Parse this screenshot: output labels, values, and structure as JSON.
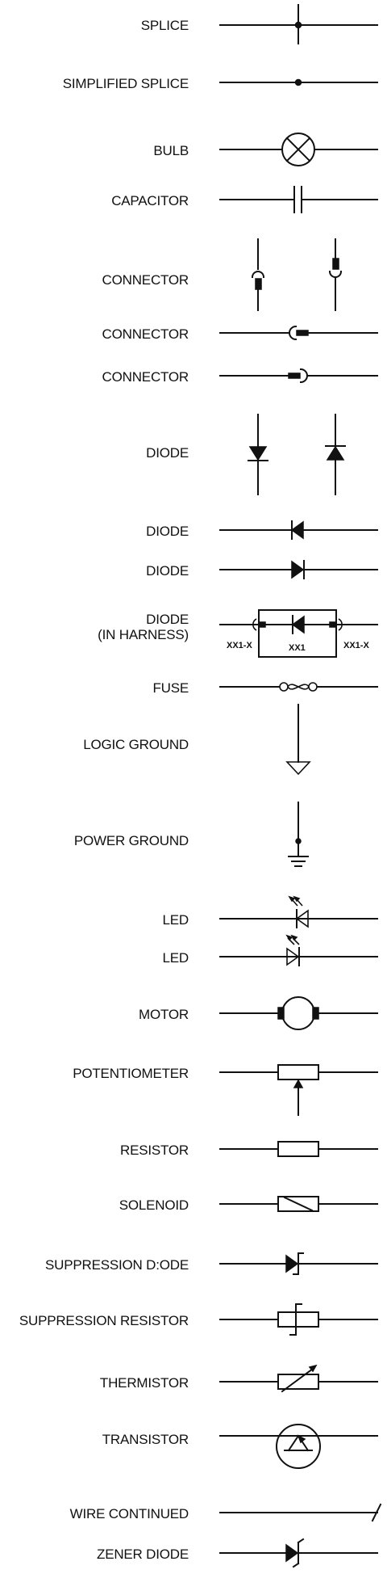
{
  "legend": {
    "labels": [
      "SPLICE",
      "SIMPLIFIED SPLICE",
      "BULB",
      "CAPACITOR",
      "CONNECTOR",
      "CONNECTOR",
      "CONNECTOR",
      "DIODE",
      "DIODE",
      "DIODE",
      "DIODE\n(IN HARNESS)",
      "FUSE",
      "LOGIC GROUND",
      "POWER GROUND",
      "LED",
      "LED",
      "MOTOR",
      "POTENTIOMETER",
      "RESISTOR",
      "SOLENOID",
      "SUPPRESSION D:ODE",
      "SUPPRESSION RESISTOR",
      "THERMISTOR",
      "TRANSISTOR",
      "WIRE CONTINUED",
      "ZENER DIODE"
    ],
    "harness_tags": [
      "XX1-X",
      "XX1",
      "XX1-X"
    ]
  },
  "colors": {
    "ink": "#111111",
    "background": "#ffffff"
  }
}
